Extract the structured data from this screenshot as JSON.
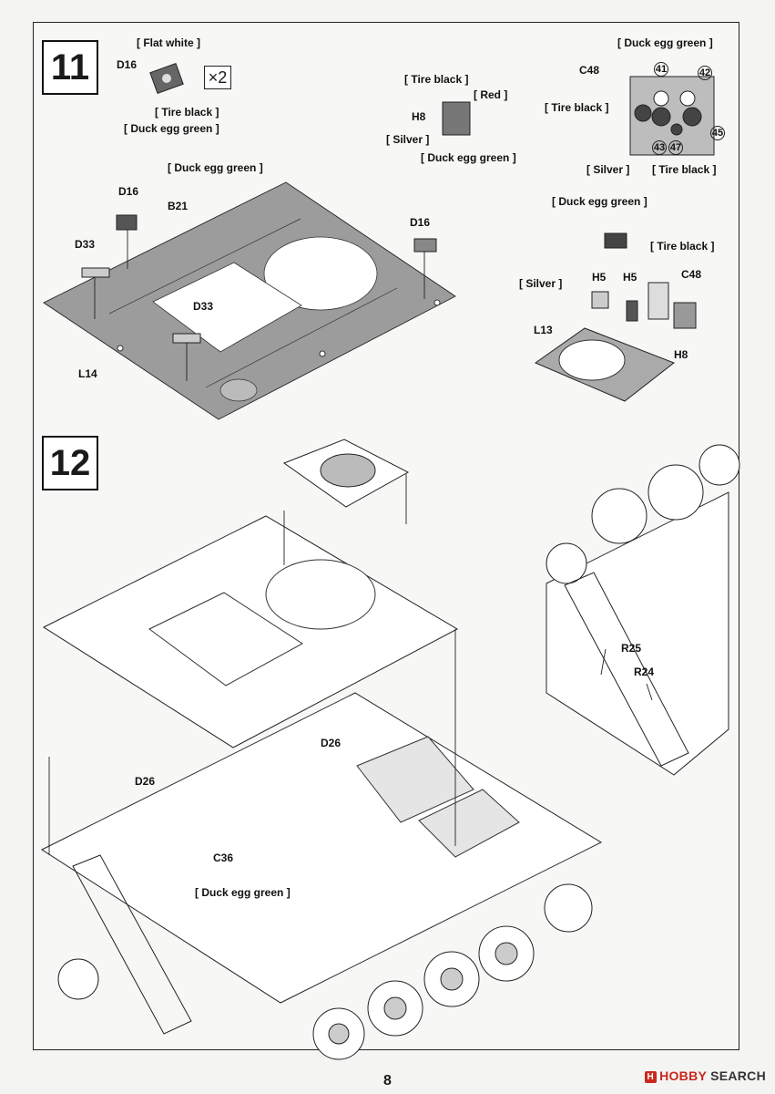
{
  "steps": {
    "step11": "11",
    "step12": "12"
  },
  "step11_labels": {
    "flat_white": "[ Flat white ]",
    "d16_top": "D16",
    "qty": "×2",
    "tire_black_1": "[ Tire black ]",
    "duck_egg_1": "[ Duck egg green ]",
    "tire_black_2": "[ Tire black ]",
    "red": "[ Red ]",
    "h8_top": "H8",
    "silver_1": "[ Silver ]",
    "duck_egg_2": "[ Duck egg green ]",
    "duck_egg_3": "[ Duck egg green ]",
    "c48_top": "C48",
    "tire_black_3": "[ Tire black ]",
    "silver_2": "[ Silver ]",
    "tire_black_4": "[ Tire black ]",
    "n41": "41",
    "n42": "42",
    "n43": "43",
    "n47": "47",
    "n45": "45",
    "duck_egg_plate": "[ Duck egg green ]",
    "d16_left": "D16",
    "b21": "B21",
    "d33_left": "D33",
    "d33_mid": "D33",
    "d16_right": "D16",
    "l14": "L14",
    "duck_egg_4": "[ Duck egg green ]",
    "tire_black_5": "[ Tire black ]",
    "silver_3": "[ Silver ]",
    "h5_left": "H5",
    "h5_right": "H5",
    "c48_right": "C48",
    "l13": "L13",
    "h8_right": "H8"
  },
  "step12_labels": {
    "r25": "R25",
    "r24": "R24",
    "d26_right": "D26",
    "d26_left": "D26",
    "c36": "C36",
    "duck_egg_5": "[ Duck egg green ]"
  },
  "footer": {
    "page_number": "8",
    "watermark_badge": "H",
    "watermark_hobby": "HOBBY",
    "watermark_search": "SEARCH"
  }
}
